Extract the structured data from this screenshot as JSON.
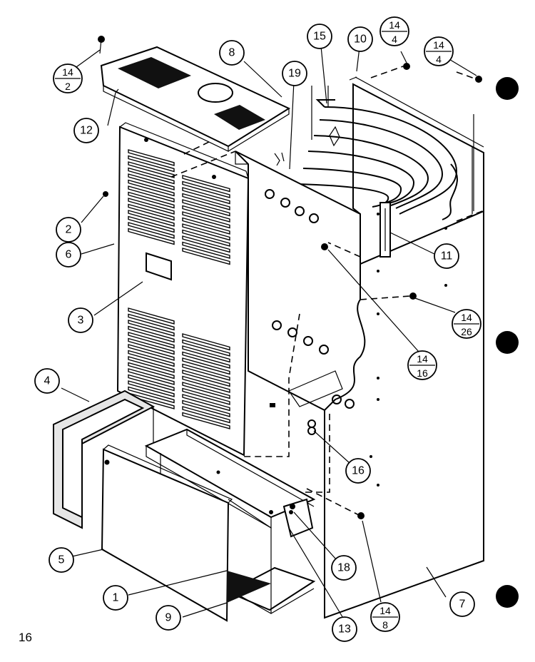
{
  "page_number": "16",
  "callouts": [
    {
      "label": "1"
    },
    {
      "label": "2"
    },
    {
      "label": "3"
    },
    {
      "label": "4"
    },
    {
      "label": "5"
    },
    {
      "label": "6"
    },
    {
      "label": "7"
    },
    {
      "label": "8"
    },
    {
      "label": "9"
    },
    {
      "label": "10"
    },
    {
      "label": "11"
    },
    {
      "label": "12"
    },
    {
      "label": "13"
    },
    {
      "label": "15"
    },
    {
      "label": "16"
    },
    {
      "label": "18"
    },
    {
      "label": "19"
    }
  ],
  "fraction_callouts": [
    {
      "top": "14",
      "bottom": "2"
    },
    {
      "top": "14",
      "bottom": "4"
    },
    {
      "top": "14",
      "bottom": "4"
    },
    {
      "top": "14",
      "bottom": "26"
    },
    {
      "top": "14",
      "bottom": "16"
    },
    {
      "top": "14",
      "bottom": "8"
    }
  ]
}
